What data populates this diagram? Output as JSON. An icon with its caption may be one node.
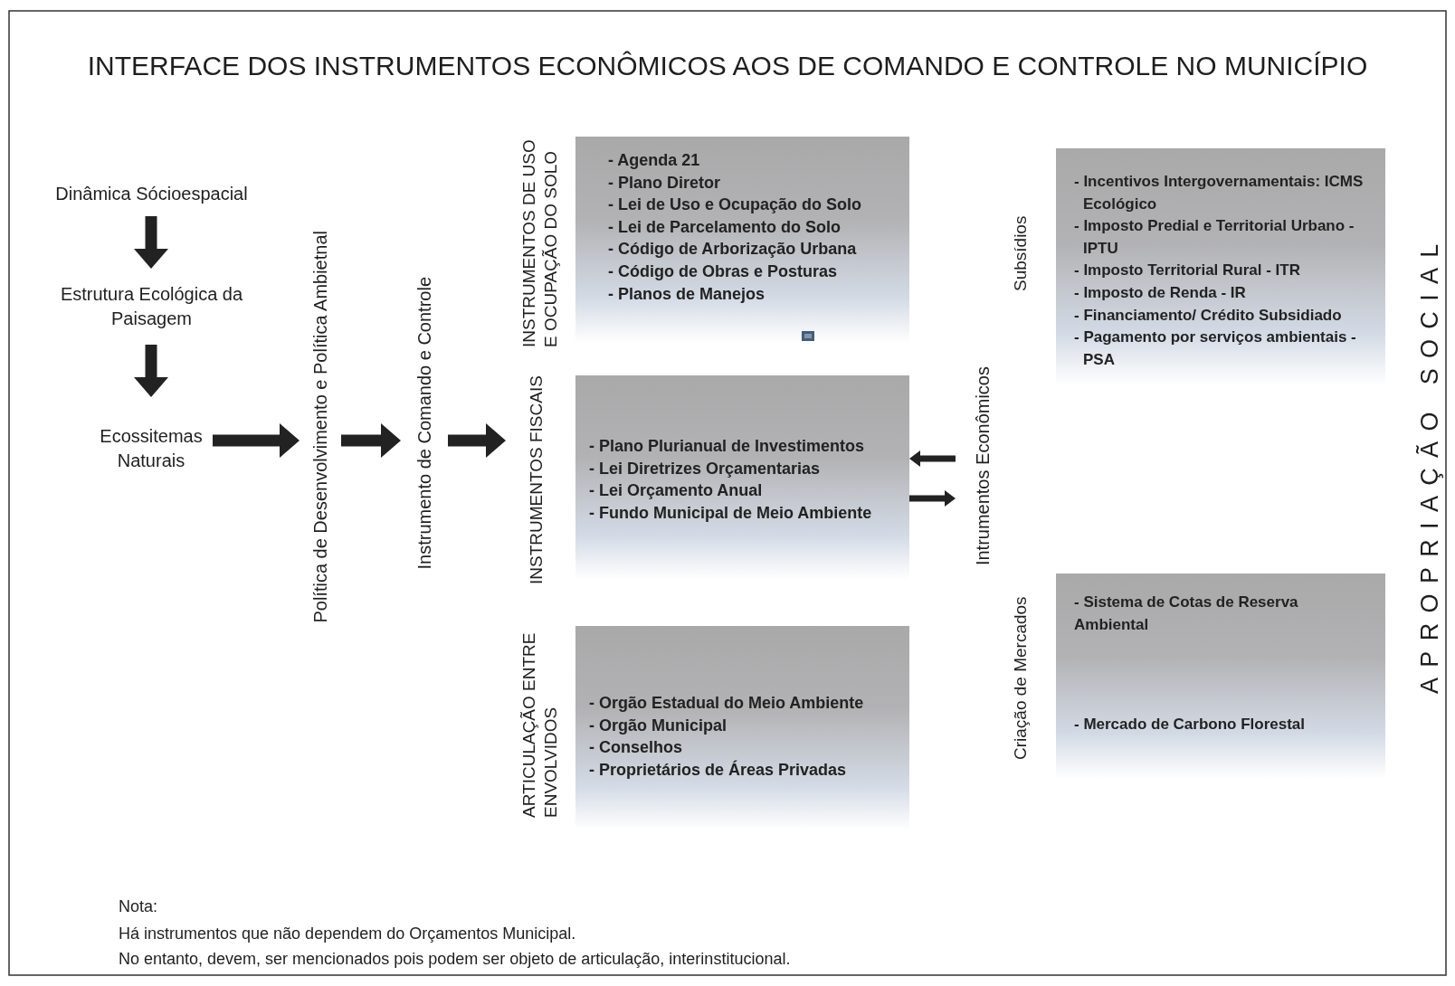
{
  "diagram": {
    "title": "INTERFACE DOS INSTRUMENTOS ECONÔMICOS AOS DE COMANDO E CONTROLE NO MUNICÍPIO",
    "nodes": [
      {
        "text": [
          "Dinâmica Sócioespacial"
        ]
      },
      {
        "text": [
          "Estrutura Ecológica da Paisagem"
        ]
      },
      {
        "text": [
          "Ecossitemas Naturais"
        ]
      },
      {
        "text": [
          "Política de Desenvolvimento e Política Ambietnal"
        ]
      },
      {
        "text": [
          "Instrumento de Comando e Controle"
        ]
      },
      {
        "text": [
          "INSTRUMENTOS DE USO E OCUPAÇÃO DO SOLO",
          "- Agenda 21",
          "- Plano Diretor",
          "- Lei de Uso e Ocupação do Solo",
          "- Lei de Parcelamento do Solo",
          "- Código de Arborização Urbana",
          "- Código de Obras e Posturas",
          "- Planos de Manejos"
        ]
      },
      {
        "text": [
          "INSTRUMENTOS FISCAIS",
          "- Plano Plurianual de Investimentos",
          "- Lei Diretrizes Orçamentarias",
          "- Lei Orçamento Anual",
          "- Fundo Municipal de Meio Ambiente"
        ]
      },
      {
        "text": [
          "ARTICULAÇÃO ENTRE ENVOLVIDOS",
          "- Orgão Estadual do Meio Ambiente",
          "- Orgão Municipal",
          "- Conselhos",
          "- Proprietários de Áreas Privadas"
        ]
      },
      {
        "text": [
          "Intrumentos Econômicos"
        ]
      },
      {
        "text": [
          "Subsídios",
          "- Incentivos Intergovernamentais: ICMS Ecológico",
          "- Imposto Predial e Territorial Urbano - IPTU",
          "- Imposto Territorial Rural - ITR",
          "- Imposto de Renda - IR",
          "- Financiamento/ Crédito Subsidiado",
          "- Pagamento por serviços ambientais - PSA"
        ]
      },
      {
        "text": [
          "Criação de Mercados",
          "- Sistema de Cotas de Reserva Ambiental",
          "- Mercado de Carbono Florestal"
        ]
      }
    ],
    "edges": [
      {
        "from": 0,
        "to": 1,
        "arrow": "to"
      },
      {
        "from": 1,
        "to": 2,
        "arrow": "to"
      },
      {
        "from": 2,
        "to": 3,
        "arrow": "to"
      },
      {
        "from": 3,
        "to": 4,
        "arrow": "to"
      },
      {
        "from": 4,
        "to": 6,
        "arrow": "to"
      },
      {
        "from": 8,
        "to": 6,
        "arrow": "to"
      },
      {
        "from": 6,
        "to": 8,
        "arrow": "to"
      }
    ],
    "labels": [
      "APROPRIAÇÃO SOCIAL",
      "Nota:",
      "Há instrumentos que não dependem do Orçamentos Municipal.",
      "No entanto, devem, ser mencionados pois podem ser objeto de articulação, interinstitucional."
    ]
  }
}
